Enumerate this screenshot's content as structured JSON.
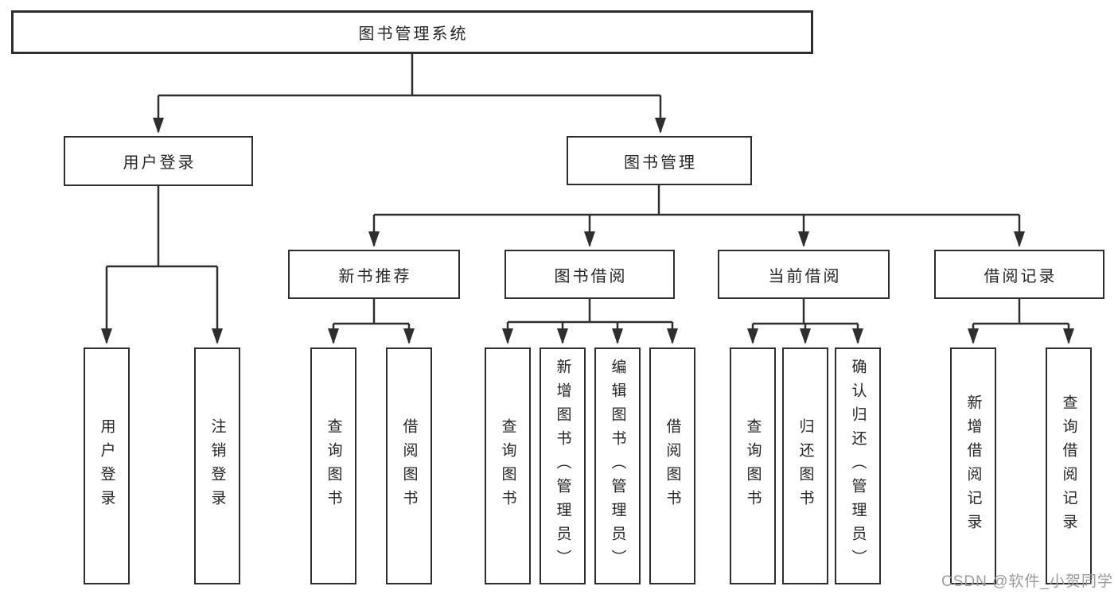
{
  "tree": {
    "root": {
      "label": "图书管理系统"
    },
    "children": [
      {
        "label": "用户登录",
        "children": [
          {
            "label": "用户登录"
          },
          {
            "label": "注销登录"
          }
        ]
      },
      {
        "label": "图书管理",
        "children": [
          {
            "label": "新书推荐",
            "children": [
              {
                "label": "查询图书"
              },
              {
                "label": "借阅图书"
              }
            ]
          },
          {
            "label": "图书借阅",
            "children": [
              {
                "label": "查询图书"
              },
              {
                "label": "新增图书（管理员）"
              },
              {
                "label": "编辑图书（管理员）"
              },
              {
                "label": "借阅图书"
              }
            ]
          },
          {
            "label": "当前借阅",
            "children": [
              {
                "label": "查询图书"
              },
              {
                "label": "归还图书"
              },
              {
                "label": "确认归还（管理员）"
              }
            ]
          },
          {
            "label": "借阅记录",
            "children": [
              {
                "label": "新增借阅记录"
              },
              {
                "label": "查询借阅记录"
              }
            ]
          }
        ]
      }
    ]
  },
  "watermark": {
    "text": "CSDN @软件_小贺同学"
  },
  "colors": {
    "line": "#2e2e2e",
    "box_border": "#2e2e2e",
    "text": "#262626",
    "watermark": "#9b9b9b",
    "background": "#ffffff"
  }
}
